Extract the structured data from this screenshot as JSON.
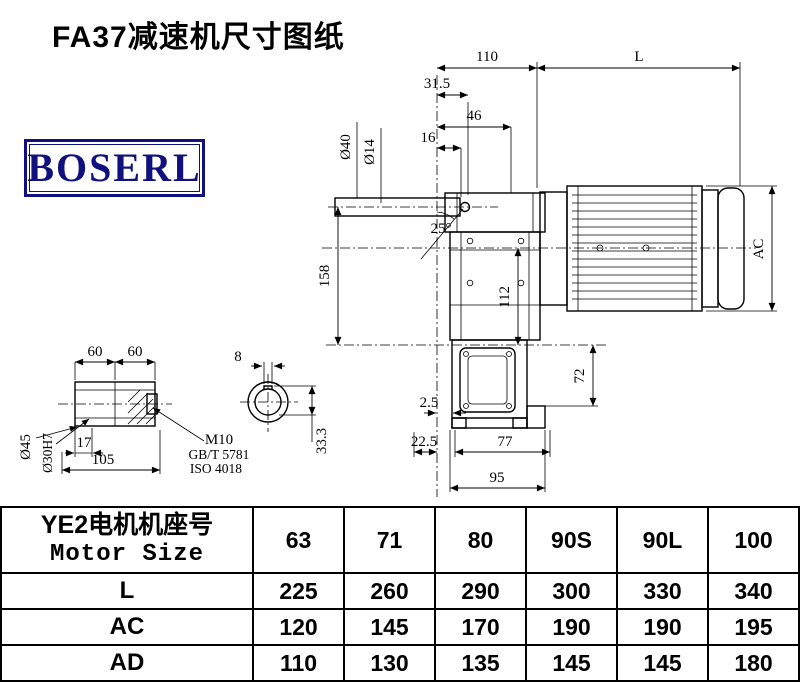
{
  "page": {
    "title": "FA37减速机尺寸图纸"
  },
  "logo": {
    "text": "BOSERL"
  },
  "colors": {
    "logo_blue": "#10107e",
    "line": "#000000"
  },
  "drawing": {
    "main": {
      "dim_110": "110",
      "dim_L": "L",
      "dim_31_5": "31.5",
      "dim_46": "46",
      "dim_16": "16",
      "dim_dia40": "Ø40",
      "dim_dia14": "Ø14",
      "dim_25deg": "25°",
      "dim_158": "158",
      "dim_112": "112",
      "dim_AC": "AC",
      "dim_72": "72",
      "dim_2_5": "2.5",
      "dim_22_5": "22.5",
      "dim_77": "77",
      "dim_95": "95"
    },
    "shaft": {
      "dim_60_left": "60",
      "dim_60_right": "60",
      "dim_8": "8",
      "dim_dia45": "Ø45",
      "dim_dia30": "Ø30H7",
      "dim_17": "17",
      "dim_105": "105",
      "note_m10": "M10",
      "note_gbt": "GB/T 5781",
      "note_iso": "ISO 4018",
      "dim_33_3": "33.3"
    }
  },
  "table": {
    "header": {
      "motor_cn": "YE2电机机座号",
      "motor_en": "Motor Size",
      "sizes": [
        "63",
        "71",
        "80",
        "90S",
        "90L",
        "100"
      ]
    },
    "rows": [
      {
        "label": "L",
        "values": [
          "225",
          "260",
          "290",
          "300",
          "330",
          "340"
        ]
      },
      {
        "label": "AC",
        "values": [
          "120",
          "145",
          "170",
          "190",
          "190",
          "195"
        ]
      },
      {
        "label": "AD",
        "values": [
          "110",
          "130",
          "135",
          "145",
          "145",
          "180"
        ]
      }
    ]
  }
}
